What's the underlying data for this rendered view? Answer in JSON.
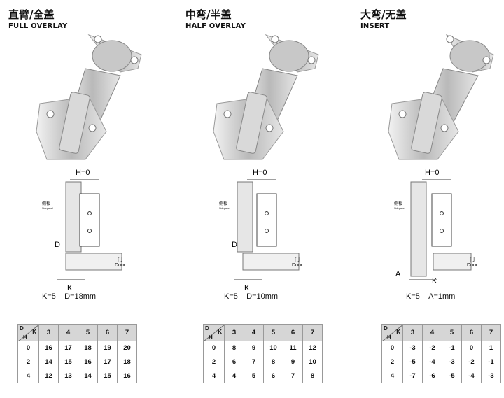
{
  "columns": [
    {
      "title_cn": "直臂/全盖",
      "title_en": "FULL OVERLAY",
      "side_label_cn": "侧板",
      "side_label_en": "Sidepanel",
      "door_cn": "门",
      "door_en": "Door",
      "h_label": "H=0",
      "dim_label": "D",
      "k_label": "K",
      "spec_k": "K=5",
      "spec_2": "D=18mm",
      "table": {
        "corner_top": "D",
        "corner_right": "K",
        "corner_bottom": "H",
        "k_values": [
          "3",
          "4",
          "5",
          "6",
          "7"
        ],
        "rows": [
          {
            "h": "0",
            "values": [
              "16",
              "17",
              "18",
              "19",
              "20"
            ]
          },
          {
            "h": "2",
            "values": [
              "14",
              "15",
              "16",
              "17",
              "18"
            ]
          },
          {
            "h": "4",
            "values": [
              "12",
              "13",
              "14",
              "15",
              "16"
            ]
          }
        ]
      }
    },
    {
      "title_cn": "中弯/半盖",
      "title_en": "HALF OVERLAY",
      "side_label_cn": "侧板",
      "side_label_en": "Sidepanel",
      "door_cn": "门",
      "door_en": "Door",
      "h_label": "H=0",
      "dim_label": "D",
      "k_label": "K",
      "spec_k": "K=5",
      "spec_2": "D=10mm",
      "table": {
        "corner_top": "D",
        "corner_right": "K",
        "corner_bottom": "H",
        "k_values": [
          "3",
          "4",
          "5",
          "6",
          "7"
        ],
        "rows": [
          {
            "h": "0",
            "values": [
              "8",
              "9",
              "10",
              "11",
              "12"
            ]
          },
          {
            "h": "2",
            "values": [
              "6",
              "7",
              "8",
              "9",
              "10"
            ]
          },
          {
            "h": "4",
            "values": [
              "4",
              "5",
              "6",
              "7",
              "8"
            ]
          }
        ]
      }
    },
    {
      "title_cn": "大弯/无盖",
      "title_en": "INSERT",
      "side_label_cn": "侧板",
      "side_label_en": "Sidepanel",
      "door_cn": "门",
      "door_en": "Door",
      "h_label": "H=0",
      "dim_label": "A",
      "k_label": "K",
      "spec_k": "K=5",
      "spec_2": "A=1mm",
      "table": {
        "corner_top": "D",
        "corner_right": "K",
        "corner_bottom": "H",
        "k_values": [
          "3",
          "4",
          "5",
          "6",
          "7"
        ],
        "rows": [
          {
            "h": "0",
            "values": [
              "-3",
              "-2",
              "-1",
              "0",
              "1"
            ]
          },
          {
            "h": "2",
            "values": [
              "-5",
              "-4",
              "-3",
              "-2",
              "-1"
            ]
          },
          {
            "h": "4",
            "values": [
              "-7",
              "-6",
              "-5",
              "-4",
              "-3"
            ]
          }
        ]
      }
    }
  ]
}
